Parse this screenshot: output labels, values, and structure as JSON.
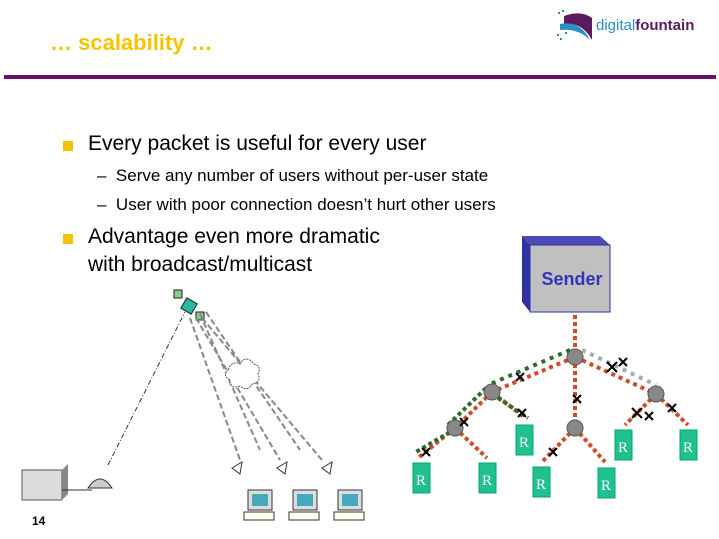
{
  "header": {
    "title": "… scalability …",
    "logo": {
      "part1": "digital",
      "part2": "fountain"
    }
  },
  "bullets": [
    {
      "text": "Every packet is useful for every user",
      "sub": [
        "Serve any number of users without per-user state",
        "User with poor connection doesn’t hurt other users"
      ]
    },
    {
      "text": "Advantage even more dramatic",
      "text2": "with broadcast/multicast"
    }
  ],
  "dash": "–",
  "diagram": {
    "sender_label": "Sender",
    "receiver_label": "R"
  },
  "page_number": "14",
  "colors": {
    "title": "#f5c400",
    "rule": "#6e0e6e",
    "packet_red": "#d24a2a",
    "packet_green": "#2e6b2e",
    "receiver": "#20c090",
    "sender_side": "#3030a0"
  }
}
